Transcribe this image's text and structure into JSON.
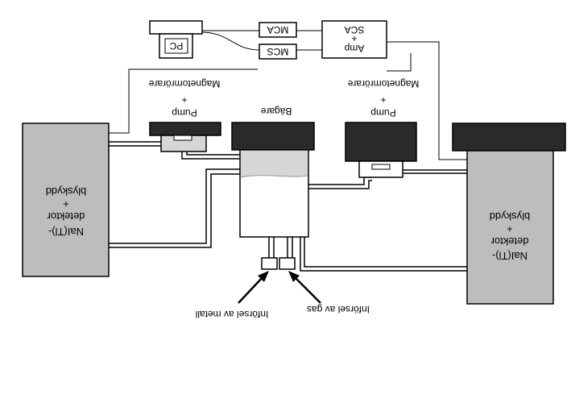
{
  "labels": {
    "pc": "PC",
    "mca": "MCA",
    "mcs": "MCS",
    "sca": "SCA",
    "sca_plus": "+",
    "amp": "Amp",
    "left_pump_title": "Magnetomrörare",
    "left_pump_plus": "+",
    "left_pump_name": "Pump",
    "right_pump_title": "Magnetomrörare",
    "right_pump_plus": "+",
    "right_pump_name": "Pump",
    "vessel": "Bägare",
    "left_detector_line1": "NaI(Tl)-",
    "left_detector_line2": "detektor",
    "left_detector_line3": "+",
    "left_detector_line4": "blyskydd",
    "right_detector_line1": "NaI(Tl)-",
    "right_detector_line2": "detektor",
    "right_detector_line3": "+",
    "right_detector_line4": "blyskydd",
    "metal_inlet": "Införsel av metall",
    "gas_inlet": "Införsel av gas"
  },
  "colors": {
    "detector_fill": "#bdbdbd",
    "dark_cap": "#2a2a2a",
    "liquid": "#d6d6d6",
    "line": "#000000",
    "paper": "#ffffff"
  },
  "note": "All text in the original figure is rendered mirrored/upside-down (rotated 180°)."
}
